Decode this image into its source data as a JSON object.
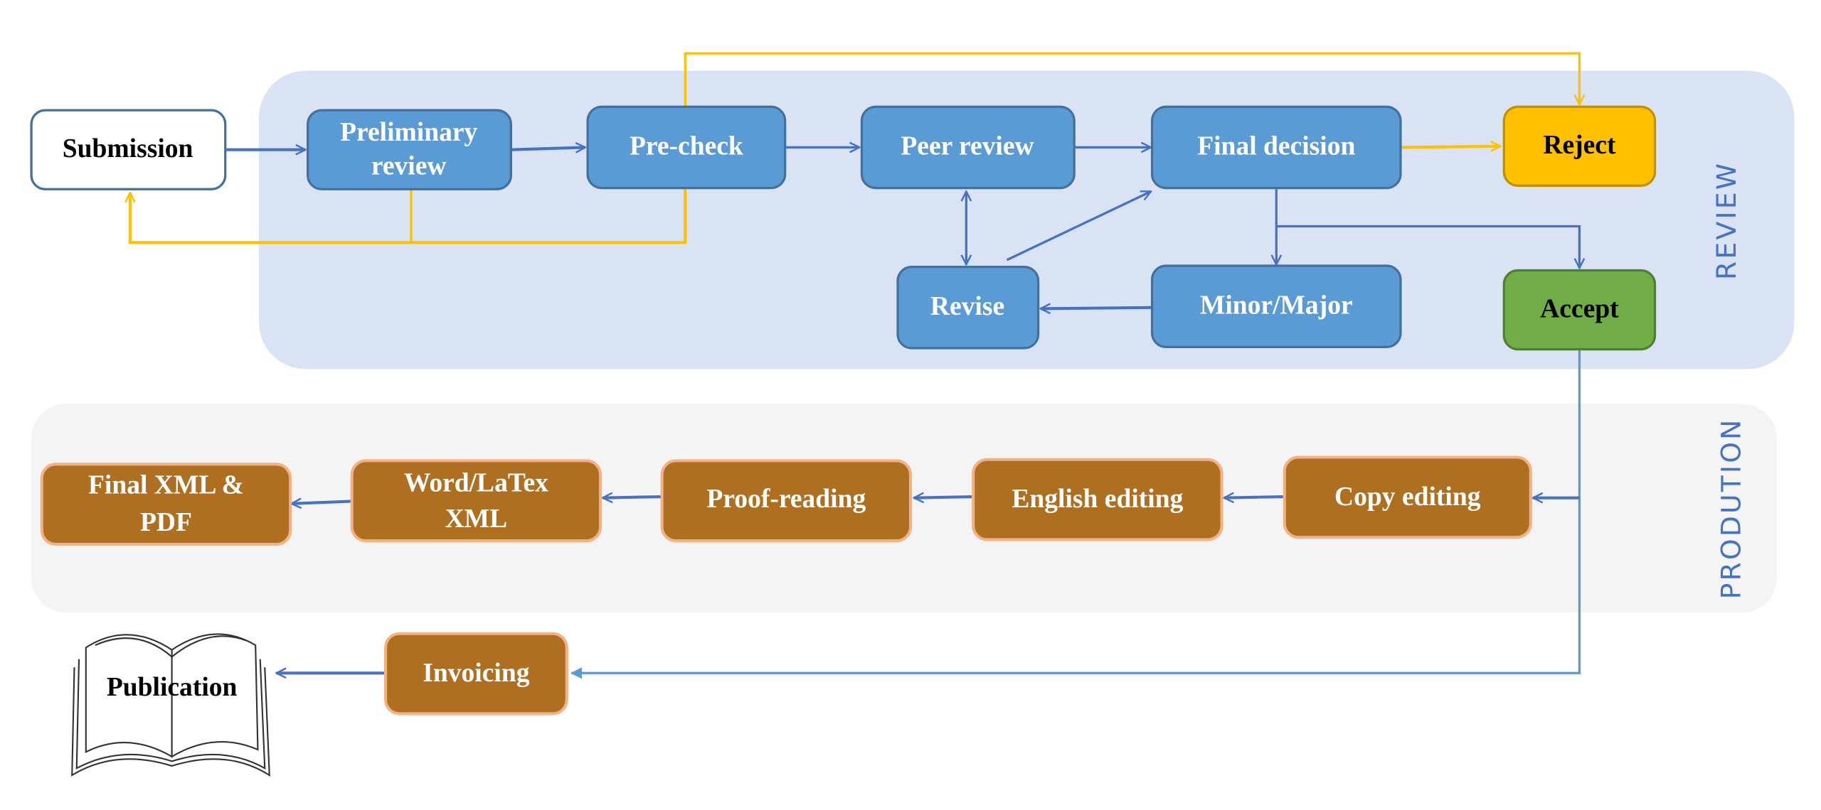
{
  "diagram": {
    "lanes": {
      "review": "REVIEW",
      "production": "PRODUTION"
    },
    "nodes": {
      "submission": "Submission",
      "preliminary_review": [
        "Preliminary",
        "review"
      ],
      "pre_check": "Pre-check",
      "peer_review": "Peer review",
      "final_decision": "Final decision",
      "reject": "Reject",
      "revise": "Revise",
      "minor_major": "Minor/Major",
      "accept": "Accept",
      "copy_editing": "Copy editing",
      "english_editing": "English editing",
      "proof_reading": "Proof-reading",
      "word_latex_xml": [
        "Word/LaTex",
        "XML"
      ],
      "final_xml_pdf": [
        "Final XML &",
        "PDF"
      ],
      "invoicing": "Invoicing",
      "publication": "Publication"
    },
    "colors": {
      "review_lane": "#dae3f3",
      "production_lane": "#f4f4f4",
      "review_box": "#5b9bd5",
      "review_box_border": "#41719c",
      "reject": "#ffc000",
      "accept": "#70ad47",
      "production_box": "#ae6f21",
      "production_border": "#f4b183",
      "arrow_blue": "#4472c4",
      "arrow_yellow": "#ffc000"
    }
  }
}
